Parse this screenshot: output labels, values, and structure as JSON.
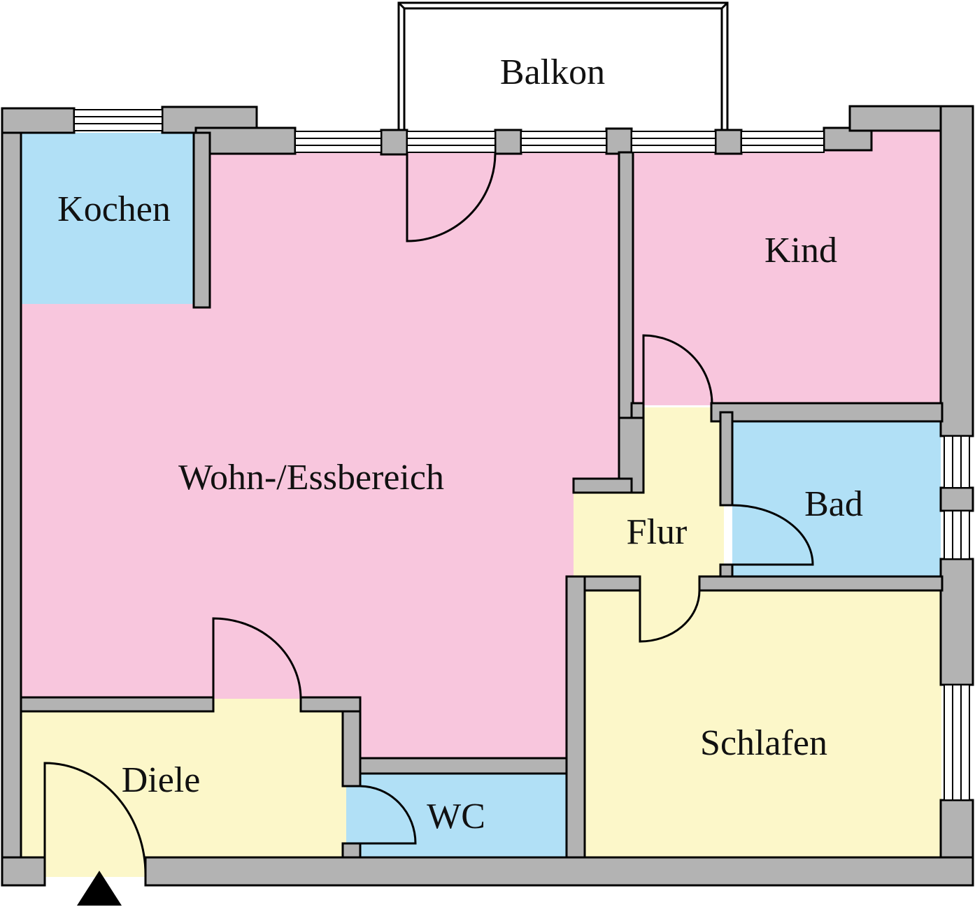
{
  "rooms": {
    "balkon": {
      "label": "Balkon"
    },
    "kochen": {
      "label": "Kochen"
    },
    "kind": {
      "label": "Kind"
    },
    "wohn": {
      "label": "Wohn-/Essbereich"
    },
    "flur": {
      "label": "Flur"
    },
    "bad": {
      "label": "Bad"
    },
    "diele": {
      "label": "Diele"
    },
    "wc": {
      "label": "WC"
    },
    "schlafen": {
      "label": "Schlafen"
    }
  },
  "colors": {
    "wall": "#b3b3b3",
    "living": "#f8c6dd",
    "wet": "#b1e0f6",
    "circulation": "#fcf7c9",
    "outline": "#000000"
  },
  "icons": {
    "entrance": "entrance-arrow-icon"
  }
}
